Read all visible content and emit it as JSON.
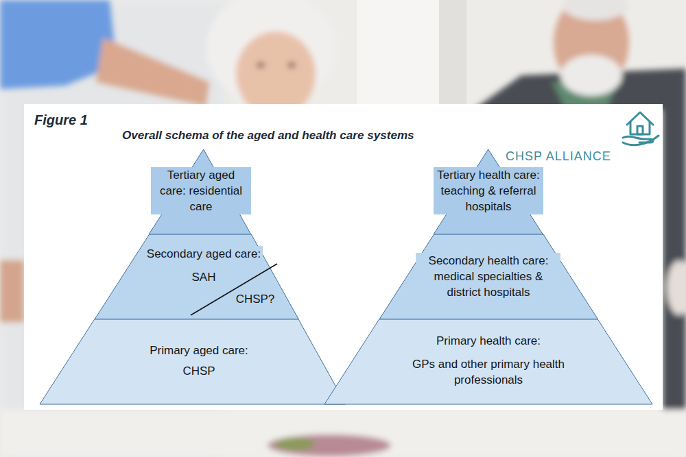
{
  "diagram": {
    "title": "Overall schema of the aged and health care systems",
    "nodes": [
      {
        "text": [
          "Tertiary aged care: residential care"
        ]
      },
      {
        "text": [
          "Secondary aged care:",
          "SAH",
          "CHSP?"
        ]
      },
      {
        "text": [
          "Primary aged care:",
          "CHSP"
        ]
      },
      {
        "text": [
          "Tertiary health care: teaching & referral hospitals"
        ]
      },
      {
        "text": [
          "Secondary health care: medical specialties & district hospitals"
        ]
      },
      {
        "text": [
          "Primary health care:",
          "GPs and other primary health professionals"
        ]
      }
    ],
    "labels": [
      "Figure 1",
      "CHSP ALLIANCE"
    ]
  }
}
